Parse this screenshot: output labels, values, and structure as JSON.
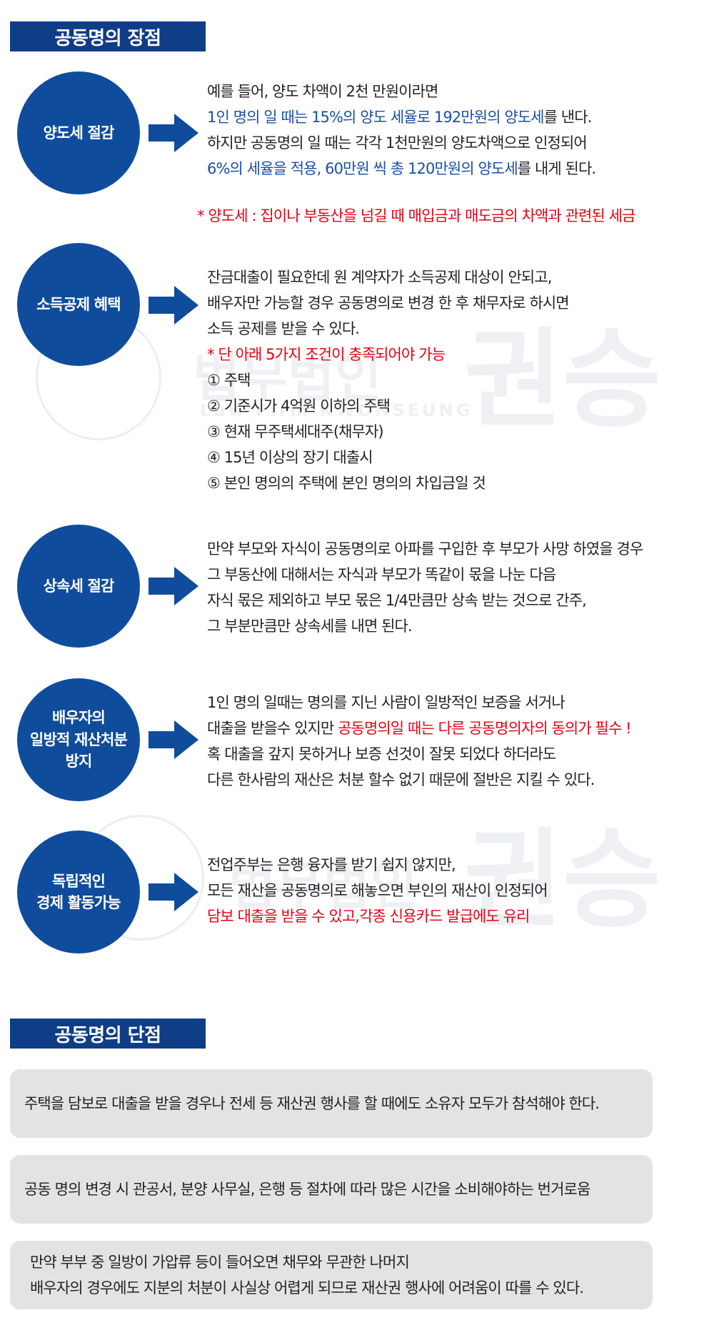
{
  "advantages": {
    "title": "공동명의 장점",
    "items": [
      {
        "circle": [
          "양도세 절감"
        ],
        "lines": [
          [
            {
              "t": "예를 들어, 양도 차액이 2천 만원이라면",
              "c": ""
            }
          ],
          [
            {
              "t": "1인 명의 일 때는 15%의 양도 세율로 192만원의 양도세",
              "c": "blue"
            },
            {
              "t": "를 낸다.",
              "c": ""
            }
          ],
          [
            {
              "t": "하지만 공동명의 일 때는 각각 1천만원의 양도차액으로 인정되어",
              "c": ""
            }
          ],
          [
            {
              "t": "6%의 세율을 적용, 60만원 씩 총 120만원의 양도세",
              "c": "blue"
            },
            {
              "t": "를 내게 된다.",
              "c": ""
            }
          ]
        ],
        "note": "* 양도세 : 집이나 부동산을 넘길 때 매입금과 매도금의 차액과 관련된 세금"
      },
      {
        "circle": [
          "소득공제 혜택"
        ],
        "lines": [
          [
            {
              "t": "잔금대출이 필요한데 원 계약자가 소득공제 대상이 안되고,",
              "c": ""
            }
          ],
          [
            {
              "t": "배우자만 가능할 경우 공동명의로 변경 한 후 채무자로 하시면",
              "c": ""
            }
          ],
          [
            {
              "t": "소득 공제를 받을 수 있다.",
              "c": ""
            }
          ],
          [
            {
              "t": "* 단 아래 5가지 조건이 충족되어야 가능",
              "c": "red"
            }
          ],
          [
            {
              "t": "① 주택",
              "c": ""
            }
          ],
          [
            {
              "t": "② 기준시가 4억원 이하의 주택",
              "c": ""
            }
          ],
          [
            {
              "t": "③ 현재 무주택세대주(채무자)",
              "c": ""
            }
          ],
          [
            {
              "t": "④ 15년 이상의 장기 대출시",
              "c": ""
            }
          ],
          [
            {
              "t": "⑤ 본인 명의의 주택에 본인 명의의 차입금일 것",
              "c": ""
            }
          ]
        ]
      },
      {
        "circle": [
          "상속세 절감"
        ],
        "lines": [
          [
            {
              "t": "만약 부모와 자식이 공동명의로 아파를 구입한 후 부모가 사망 하였을 경우",
              "c": ""
            }
          ],
          [
            {
              "t": "그 부동산에 대해서는 자식과 부모가 똑같이 몫을 나눈 다음",
              "c": ""
            }
          ],
          [
            {
              "t": "자식 몫은 제외하고 부모 몫은 1/4만큼만 상속 받는 것으로 간주,",
              "c": ""
            }
          ],
          [
            {
              "t": "그 부분만큼만 상속세를 내면 된다.",
              "c": ""
            }
          ]
        ]
      },
      {
        "circle": [
          "배우자의",
          "일방적 재산처분",
          "방지"
        ],
        "lines": [
          [
            {
              "t": "1인 명의 일때는 명의를 지닌 사람이 일방적인 보증을 서거나",
              "c": ""
            }
          ],
          [
            {
              "t": "대출을 받을수 있지만 ",
              "c": ""
            },
            {
              "t": "공동명의일 때는 다른 공동명의자의 동의가 필수 !",
              "c": "red"
            }
          ],
          [
            {
              "t": "혹 대출을 갚지 못하거나 보증 선것이 잘못 되었다 하더라도",
              "c": ""
            }
          ],
          [
            {
              "t": "다른 한사람의 재산은 처분 할수 없기 때문에 절반은 지킬 수 있다.",
              "c": ""
            }
          ]
        ]
      },
      {
        "circle": [
          "독립적인",
          "경제 활동가능"
        ],
        "lines": [
          [
            {
              "t": "전업주부는 은행 융자를 받기 쉽지 않지만,",
              "c": ""
            }
          ],
          [
            {
              "t": "모든 재산을 공동명의로 해놓으면 부인의 재산이 인정되어",
              "c": ""
            }
          ],
          [
            {
              "t": "담보 대출을 받을 수 있고,각종 신용카드 발급에도 유리",
              "c": "red"
            }
          ]
        ]
      }
    ]
  },
  "disadvantages": {
    "title": "공동명의 단점",
    "boxes": [
      [
        "주택을 담보로 대출을 받을 경우나 전세 등 재산권 행사를 할 때에도 소유자 모두가 참석해야 한다."
      ],
      [
        "공동 명의 변경 시 관공서, 분양 사무실, 은행 등 절차에 따라 많은 시간을 소비해야하는 번거로움"
      ],
      [
        "만약 부부 중 일방이 가압류 등이 들어오면 채무와 무관한 나머지",
        "배우자의 경우에도 지분의 처분이 사실상 어렵게 되므로 재산권 행사에 어려움이 따를 수 있다."
      ]
    ]
  },
  "watermark": {
    "text_main": "법무법인",
    "text_brand": "권승",
    "text_sub": "Law Firm KWONSEUNG"
  },
  "colors": {
    "navy": "#0f3d86",
    "circle": "#0f4c9c",
    "blue_text": "#1a4fa5",
    "red_text": "#e60012",
    "box_bg": "#e3e3e3"
  }
}
